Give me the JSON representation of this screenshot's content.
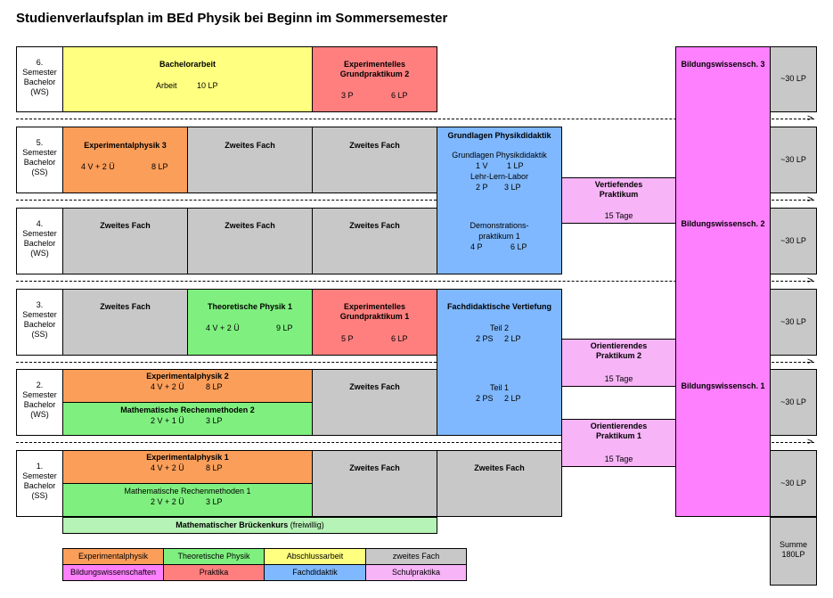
{
  "title": "Studienverlaufsplan im BEd Physik bei Beginn im Sommersemester",
  "semesters": [
    {
      "lines": [
        "6.",
        "Semester",
        "Bachelor",
        "(WS)"
      ],
      "lp": "~30 LP"
    },
    {
      "lines": [
        "5.",
        "Semester",
        "Bachelor",
        "(SS)"
      ],
      "lp": "~30 LP"
    },
    {
      "lines": [
        "4.",
        "Semester",
        "Bachelor",
        "(WS)"
      ],
      "lp": "~30 LP"
    },
    {
      "lines": [
        "3.",
        "Semester",
        "Bachelor",
        "(SS)"
      ],
      "lp": "~30 LP"
    },
    {
      "lines": [
        "2.",
        "Semester",
        "Bachelor",
        "(WS)"
      ],
      "lp": "~30 LP"
    },
    {
      "lines": [
        "1.",
        "Semester",
        "Bachelor",
        "(SS)"
      ],
      "lp": "~30 LP"
    }
  ],
  "summe": [
    "Summe",
    "180LP"
  ],
  "zweites_fach": "Zweites Fach",
  "modules": {
    "bachelorarbeit": {
      "name": "Bachelorarbeit",
      "detail": "Arbeit",
      "lp": "10 LP"
    },
    "exp_gp2": {
      "name": [
        "Experimentelles",
        "Grundpraktikum 2"
      ],
      "hours": "3 P",
      "lp": "6 LP"
    },
    "exp3": {
      "name": "Experimentalphysik 3",
      "hours": "4 V + 2 Ü",
      "lp": "8 LP"
    },
    "gpd": {
      "name": "Grundlagen Physikdidaktik",
      "sub1": "Grundlagen Physikdidaktik",
      "sub1_hours": "1 V",
      "sub1_lp": "1 LP",
      "sub2": "Lehr-Lern-Labor",
      "sub2_hours": "2 P",
      "sub2_lp": "3 LP",
      "sub3": [
        "Demonstrations-",
        "praktikum 1"
      ],
      "sub3_hours": "4 P",
      "sub3_lp": "6 LP"
    },
    "vert_praktikum": {
      "name": [
        "Vertiefendes",
        "Praktikum"
      ],
      "tage": "15 Tage"
    },
    "theo1": {
      "name": "Theoretische Physik 1",
      "hours": "4 V + 2 Ü",
      "lp": "9 LP"
    },
    "exp_gp1": {
      "name": [
        "Experimentelles",
        "Grundpraktikum 1"
      ],
      "hours": "5 P",
      "lp": "6 LP"
    },
    "fdv": {
      "name": "Fachdidaktische Vertiefung",
      "teil2": "Teil 2",
      "teil2_hours": "2 PS",
      "teil2_lp": "2 LP",
      "teil1": "Teil 1",
      "teil1_hours": "2 PS",
      "teil1_lp": "2 LP"
    },
    "or_praktikum2": {
      "name": [
        "Orientierendes",
        "Praktikum 2"
      ],
      "tage": "15 Tage"
    },
    "or_praktikum1": {
      "name": [
        "Orientierendes",
        "Praktikum 1"
      ],
      "tage": "15 Tage"
    },
    "exp2": {
      "name": "Experimentalphysik 2",
      "hours": "4 V + 2 Ü",
      "lp": "8 LP"
    },
    "mrm2": {
      "name": "Mathematische Rechenmethoden 2",
      "hours": "2 V + 1 Ü",
      "lp": "3 LP"
    },
    "exp1": {
      "name": "Experimentalphysik 1",
      "hours": "4 V + 2 Ü",
      "lp": "8 LP"
    },
    "mrm1": {
      "name": "Mathematische Rechenmethoden 1",
      "hours": "2 V + 2 Ü",
      "lp": "3 LP"
    },
    "brueckenkurs": {
      "name": "Mathematischer Brückenkurs",
      "note": "(freiwillig)"
    },
    "bw3": "Bildungswissensch. 3",
    "bw2": "Bildungswissensch. 2",
    "bw1": "Bildungswissensch. 1"
  },
  "legend": [
    {
      "label": "Experimentalphysik",
      "color": "#fa9e5a"
    },
    {
      "label": "Theoretische Physik",
      "color": "#7ff07f"
    },
    {
      "label": "Abschlussarbeit",
      "color": "#ffff80"
    },
    {
      "label": "zweites Fach",
      "color": "#c8c8c8"
    },
    {
      "label": "Bildungswissenschaften",
      "color": "#ff80ff"
    },
    {
      "label": "Praktika",
      "color": "#ff7f7f"
    },
    {
      "label": "Fachdidaktik",
      "color": "#7fb8ff"
    },
    {
      "label": "Schulpraktika",
      "color": "#f7b4f7"
    }
  ]
}
